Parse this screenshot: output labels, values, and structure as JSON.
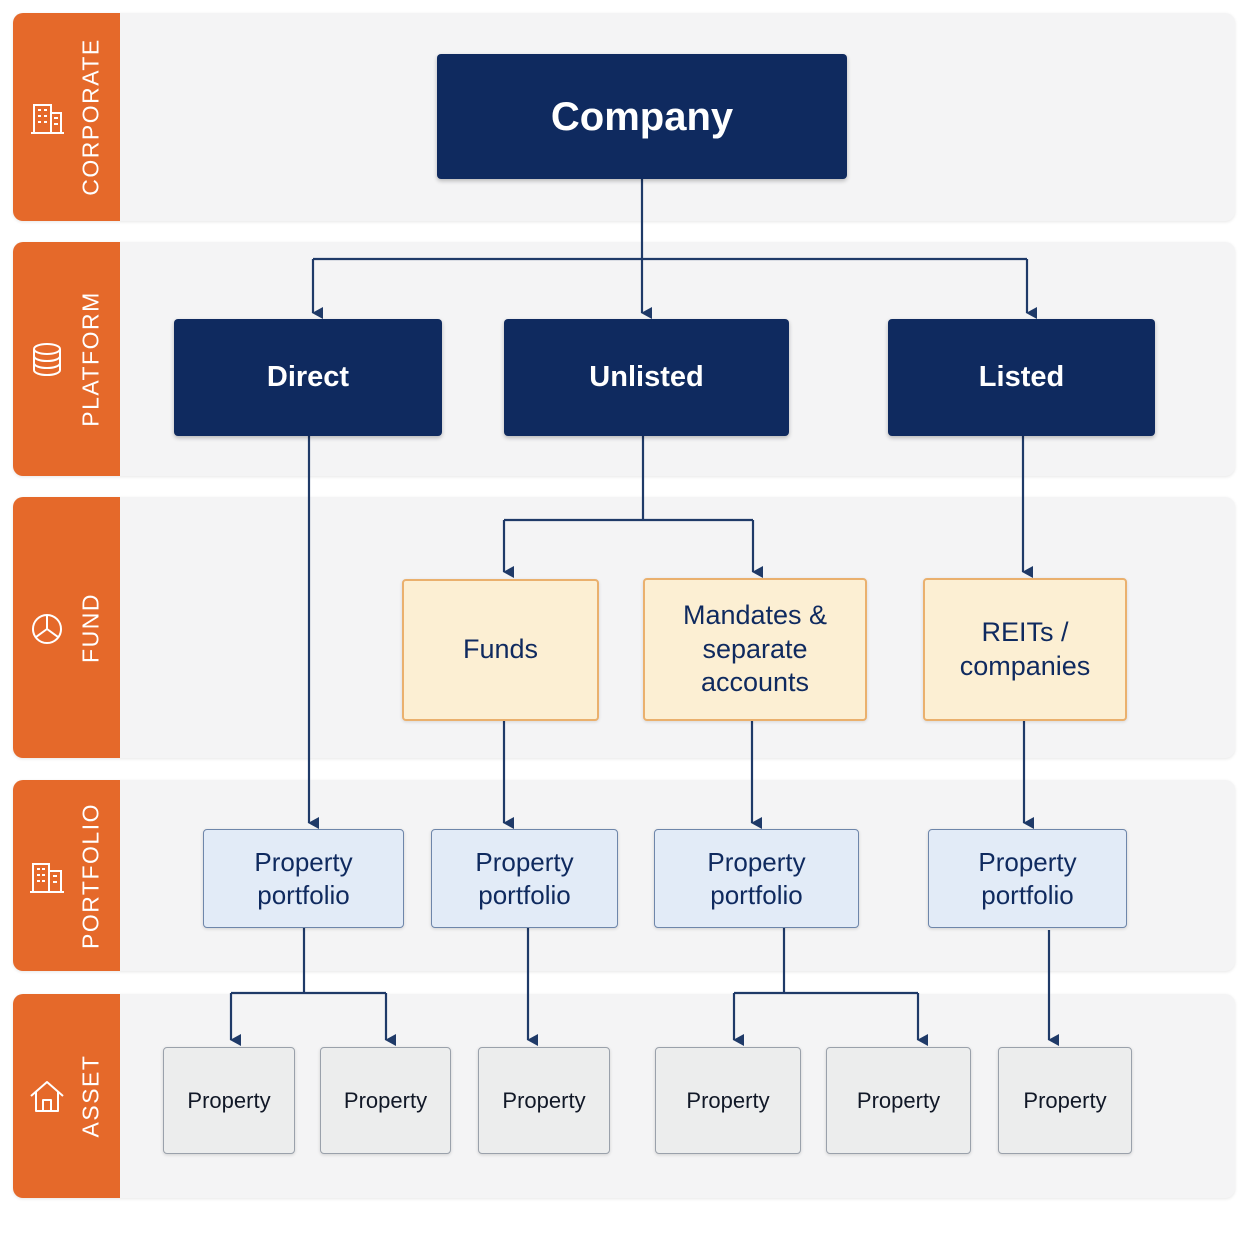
{
  "tiers": {
    "corporate": {
      "label": "CORPORATE",
      "icon": "office-building-icon"
    },
    "platform": {
      "label": "PLATFORM",
      "icon": "coin-stack-icon"
    },
    "fund": {
      "label": "FUND",
      "icon": "pie-chart-icon"
    },
    "portfolio": {
      "label": "PORTFOLIO",
      "icon": "buildings-icon"
    },
    "asset": {
      "label": "ASSET",
      "icon": "house-icon"
    }
  },
  "nodes": {
    "company": "Company",
    "platforms": [
      "Direct",
      "Unlisted",
      "Listed"
    ],
    "funds": {
      "funds": "Funds",
      "mandates": [
        "Mandates &",
        "separate",
        "accounts"
      ],
      "reits": [
        "REITs /",
        "companies"
      ]
    },
    "portfolio_label": [
      "Property",
      "portfolio"
    ],
    "asset_label": "Property"
  },
  "colors": {
    "tier_orange": "#e5692a",
    "navy": "#0f2a5f",
    "fund_fill": "#fcefd3",
    "portfolio_fill": "#e2ebf7",
    "asset_fill": "#eceded"
  }
}
